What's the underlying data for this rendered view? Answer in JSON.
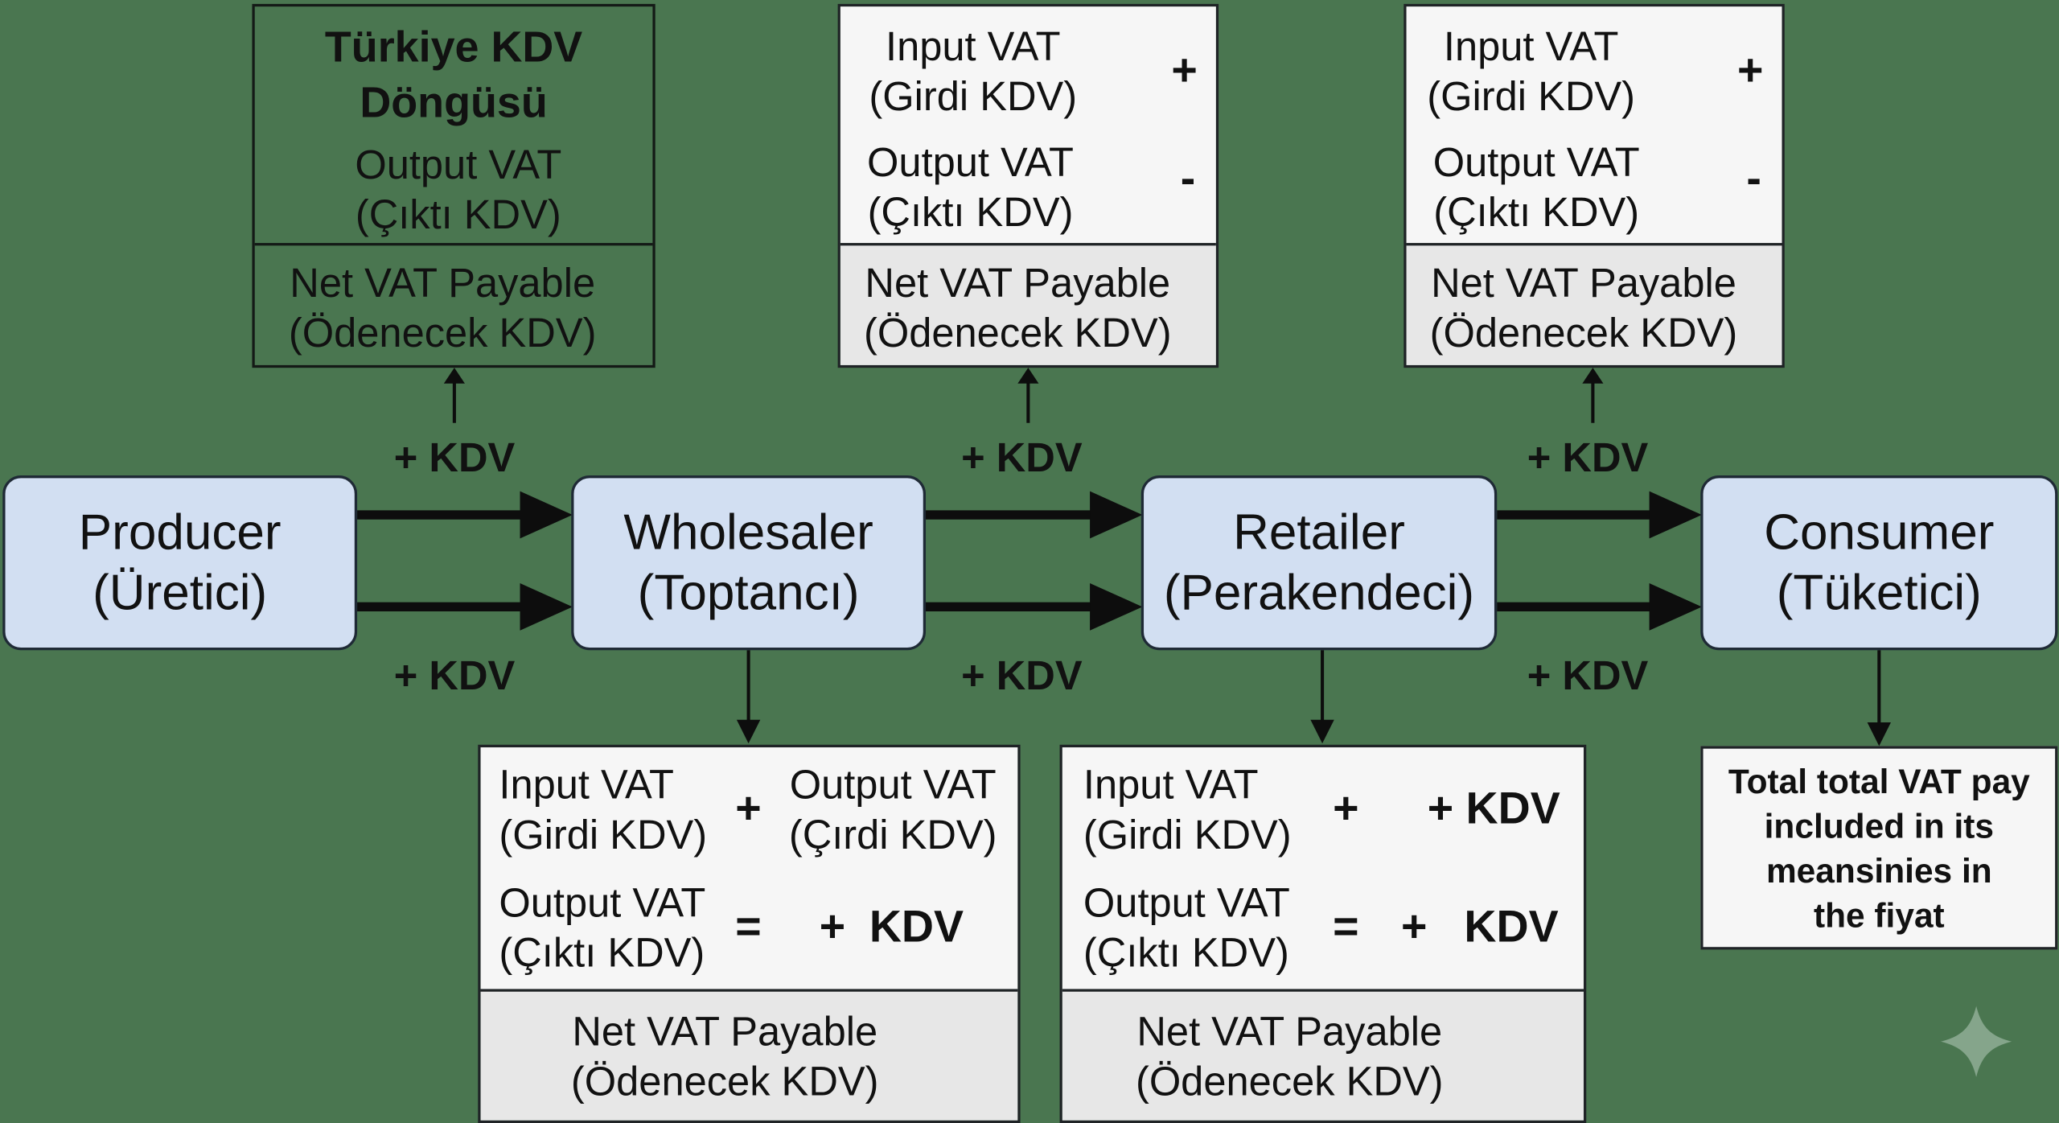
{
  "title": {
    "line1": "Türkiye KDV",
    "line2": "Döngüsü"
  },
  "nodes": {
    "producer": {
      "line1": "Producer",
      "line2": "(Üretici)"
    },
    "wholesaler": {
      "line1": "Wholesaler",
      "line2": "(Toptancı)"
    },
    "retailer": {
      "line1": "Retailer",
      "line2": "(Perakendeci)"
    },
    "consumer": {
      "line1": "Consumer",
      "line2": "(Tüketici)"
    }
  },
  "flow_label": "+ KDV",
  "top_boxes": {
    "producer": {
      "output": {
        "line1": "Output VAT",
        "line2": "(Çıktı KDV)"
      },
      "net": {
        "line1": "Net VAT Payable",
        "line2": "(Ödenecek KDV)"
      }
    },
    "wholesaler": {
      "input": {
        "line1": "Input VAT",
        "line2": "(Girdi KDV)"
      },
      "input_sign": "+",
      "output": {
        "line1": "Output VAT",
        "line2": "(Çıktı KDV)"
      },
      "output_sign": "-",
      "net": {
        "line1": "Net VAT Payable",
        "line2": "(Ödenecek KDV)"
      }
    },
    "retailer": {
      "input": {
        "line1": "Input VAT",
        "line2": "(Girdi KDV)"
      },
      "input_sign": "+",
      "output": {
        "line1": "Output VAT",
        "line2": "(Çıktı KDV)"
      },
      "output_sign": "-",
      "net": {
        "line1": "Net VAT Payable",
        "line2": "(Ödenecek KDV)"
      }
    }
  },
  "bottom_boxes": {
    "wholesaler": {
      "input": {
        "line1": "Input VAT",
        "line2": "(Girdi KDV)"
      },
      "plus": "+",
      "output_right": {
        "line1": "Output VAT",
        "line2": "(Çırdi KDV)"
      },
      "output": {
        "line1": "Output VAT",
        "line2": "(Çıktı KDV)"
      },
      "equals": "=",
      "plus2": "+",
      "kdv": "KDV",
      "net": {
        "line1": "Net VAT Payable",
        "line2": "(Ödenecek KDV)"
      }
    },
    "retailer": {
      "input": {
        "line1": "Input VAT",
        "line2": "(Girdi KDV)"
      },
      "plus": "+",
      "right_top": "+ KDV",
      "output": {
        "line1": "Output VAT",
        "line2": "(Çıktı KDV)"
      },
      "equals": "=",
      "plus2": "+",
      "kdv": "KDV",
      "net": {
        "line1": "Net VAT Payable",
        "line2": "(Ödenecek KDV)"
      }
    }
  },
  "consumer_note": {
    "line1": "Total total VAT pay",
    "line2": "included in its",
    "line3": "meansinies in",
    "line4": "the fiyat"
  },
  "colors": {
    "background": "#4a7650",
    "node_fill": "#d2dff2",
    "box_fill": "#f6f6f6",
    "box_net_fill": "#e7e7e7"
  },
  "icons": {
    "watermark": "sparkle-icon"
  }
}
